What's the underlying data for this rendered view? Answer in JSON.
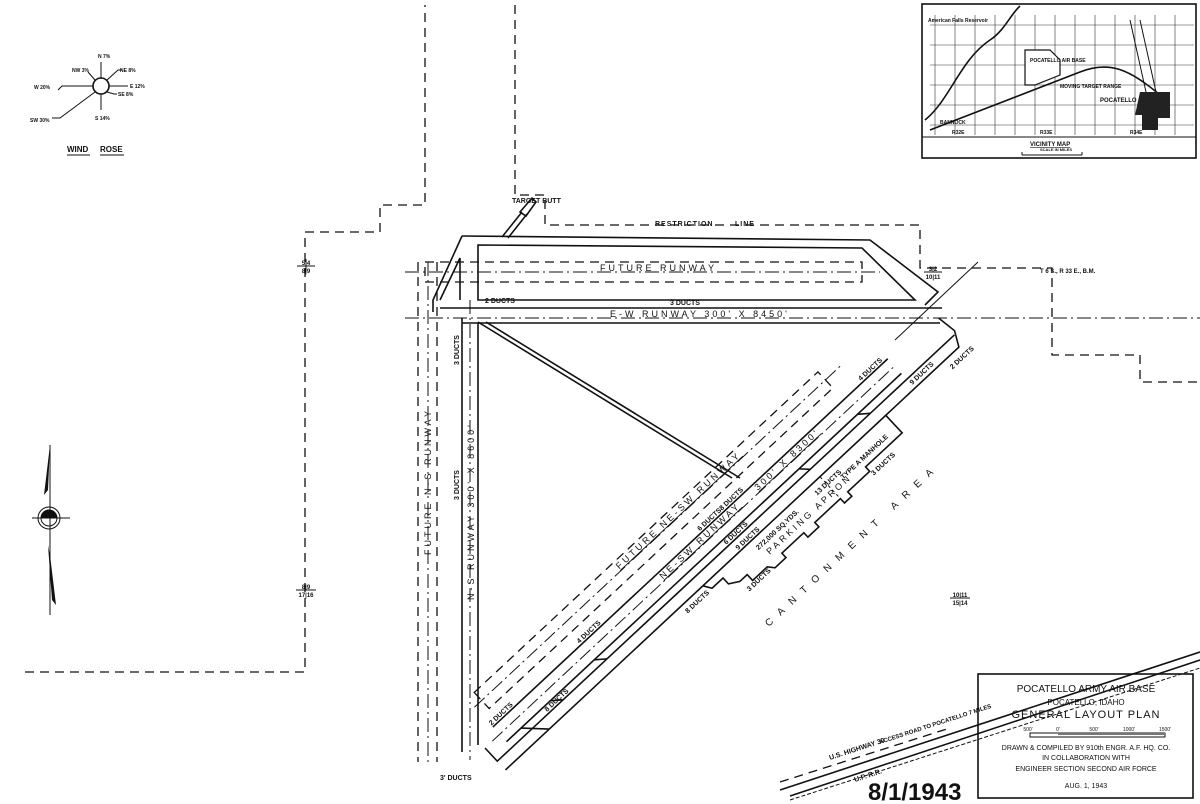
{
  "title_block": {
    "title": "POCATELLO ARMY AIR BASE",
    "location": "POCATELLO, IDAHO",
    "subtitle": "GENERAL LAYOUT PLAN",
    "scale_labels": [
      "500'",
      "0'",
      "500'",
      "1000'",
      "1500'"
    ],
    "credit_1": "DRAWN & COMPILED BY 910th ENGR. A.F. HQ. CO.",
    "credit_2": "IN COLLABORATION WITH",
    "credit_3": "ENGINEER SECTION SECOND AIR FORCE",
    "date": "AUG. 1, 1943"
  },
  "stamp_date": "8/1/1943",
  "wind_rose": {
    "title_1": "WIND",
    "title_2": "ROSE",
    "n": "N 7%",
    "ne": "NE 8%",
    "e": "E 12%",
    "se": "SE 8%",
    "s": "S 14%",
    "sw": "SW 30%",
    "w": "W 20%",
    "nw": "NW 3%"
  },
  "vicinity_map": {
    "title": "VICINITY MAP",
    "scale": "SCALE IN MILES",
    "reservoir": "American Falls Reservoir",
    "air_base": "POCATELLO AIR BASE",
    "city": "POCATELLO",
    "bannock": "BANNOCK",
    "target_range": "MOVING TARGET RANGE",
    "ranges": [
      "R32E",
      "R33E",
      "R34E"
    ]
  },
  "labels": {
    "target_butt": "TARGET BUTT",
    "restriction": "RESTRICTION",
    "line": "LINE",
    "future_runway": "FUTURE RUNWAY",
    "ew_runway": "E-W RUNWAY 300' X 8450'",
    "ns_runway": "N-S RUNWAY 300' X 8600'",
    "future_ns_runway": "FUTURE N-S RUNWAY",
    "future_nesw_runway": "FUTURE NE-SW RUNWAY",
    "nesw_runway": "NE-SW RUNWAY",
    "nesw_size": "300' X 8300'",
    "parking_apron": "PARKING APRON",
    "apron_area": "272,000 SQ.YDS.",
    "manhole": "TYPE A MANHOLE",
    "cantonment": "CANTONMENT AREA",
    "township": "T 6 S., R 33 E., B.M.",
    "highway": "U.S. HIGHWAY 30",
    "access_road": "ACCESS ROAD TO POCATELLO 7 MILES",
    "railroad": "U.P. R.R."
  },
  "section_corners": [
    {
      "top": "5|4",
      "bottom": "8|9"
    },
    {
      "top": "8|9",
      "bottom": "17|16"
    },
    {
      "top": "3|2",
      "bottom": "10|11"
    },
    {
      "top": "10|11",
      "bottom": "15|14"
    }
  ],
  "ducts": {
    "d2_ew": "2 DUCTS",
    "d3_ew": "3 DUCTS",
    "d3_ns_top": "3 DUCTS",
    "d3_ns_mid": "3 DUCTS",
    "d2_ne": "2 DUCTS",
    "d4_ne": "4 DUCTS",
    "d9_ne": "9 DUCTS",
    "d8_a": "8 DUCTS",
    "d6_a": "6 DUCTS",
    "d6_b": "6 DUCTS",
    "d9_b": "9 DUCTS",
    "d13": "13 DUCTS",
    "d3_apron": "3 DUCTS",
    "d3_apron2": "3 DUCTS",
    "d8_b": "8 DUCTS",
    "d4_sw": "4 DUCTS",
    "d2_sw": "2 DUCTS",
    "d8_sw": "8 DUCTS",
    "d3_bottom": "3' DUCTS"
  }
}
